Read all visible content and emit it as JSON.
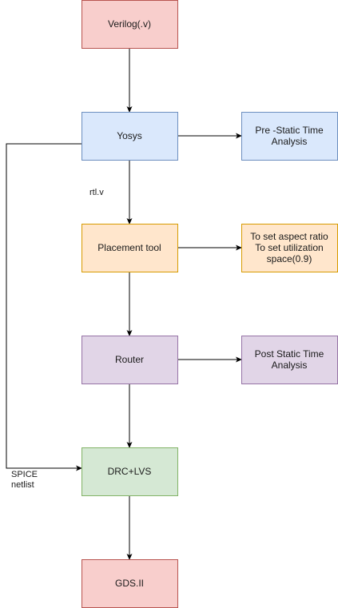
{
  "diagram": {
    "nodes": [
      {
        "id": "verilog",
        "name": "node-verilog",
        "lines": [
          "Verilog(.v)"
        ],
        "fill": "#f8cecc",
        "stroke": "#b85450"
      },
      {
        "id": "yosys",
        "name": "node-yosys",
        "lines": [
          "Yosys"
        ],
        "fill": "#dae8fc",
        "stroke": "#6c8ebf"
      },
      {
        "id": "pre_sta",
        "name": "node-pre-static-time-analysis",
        "lines": [
          "Pre -Static Time",
          "Analysis"
        ],
        "fill": "#dae8fc",
        "stroke": "#6c8ebf"
      },
      {
        "id": "placement",
        "name": "node-placement-tool",
        "lines": [
          "Placement tool"
        ],
        "fill": "#ffe6cc",
        "stroke": "#d79b00"
      },
      {
        "id": "placement_note",
        "name": "node-placement-settings",
        "lines": [
          "To set aspect ratio",
          "To set utilization",
          "space(0.9)"
        ],
        "fill": "#ffe6cc",
        "stroke": "#d79b00"
      },
      {
        "id": "router",
        "name": "node-router",
        "lines": [
          "Router"
        ],
        "fill": "#e1d5e7",
        "stroke": "#9673a6"
      },
      {
        "id": "post_sta",
        "name": "node-post-static-time-analysis",
        "lines": [
          "Post Static Time",
          "Analysis"
        ],
        "fill": "#e1d5e7",
        "stroke": "#9673a6"
      },
      {
        "id": "drc_lvs",
        "name": "node-drc-lvs",
        "lines": [
          "DRC+LVS"
        ],
        "fill": "#d5e8d4",
        "stroke": "#82b366"
      },
      {
        "id": "gds",
        "name": "node-gds-ii",
        "lines": [
          "GDS.II"
        ],
        "fill": "#f8cecc",
        "stroke": "#b85450"
      }
    ],
    "edge_labels": {
      "rtl": [
        "rtl.v"
      ],
      "spice": [
        "SPICE",
        "netlist"
      ]
    }
  }
}
